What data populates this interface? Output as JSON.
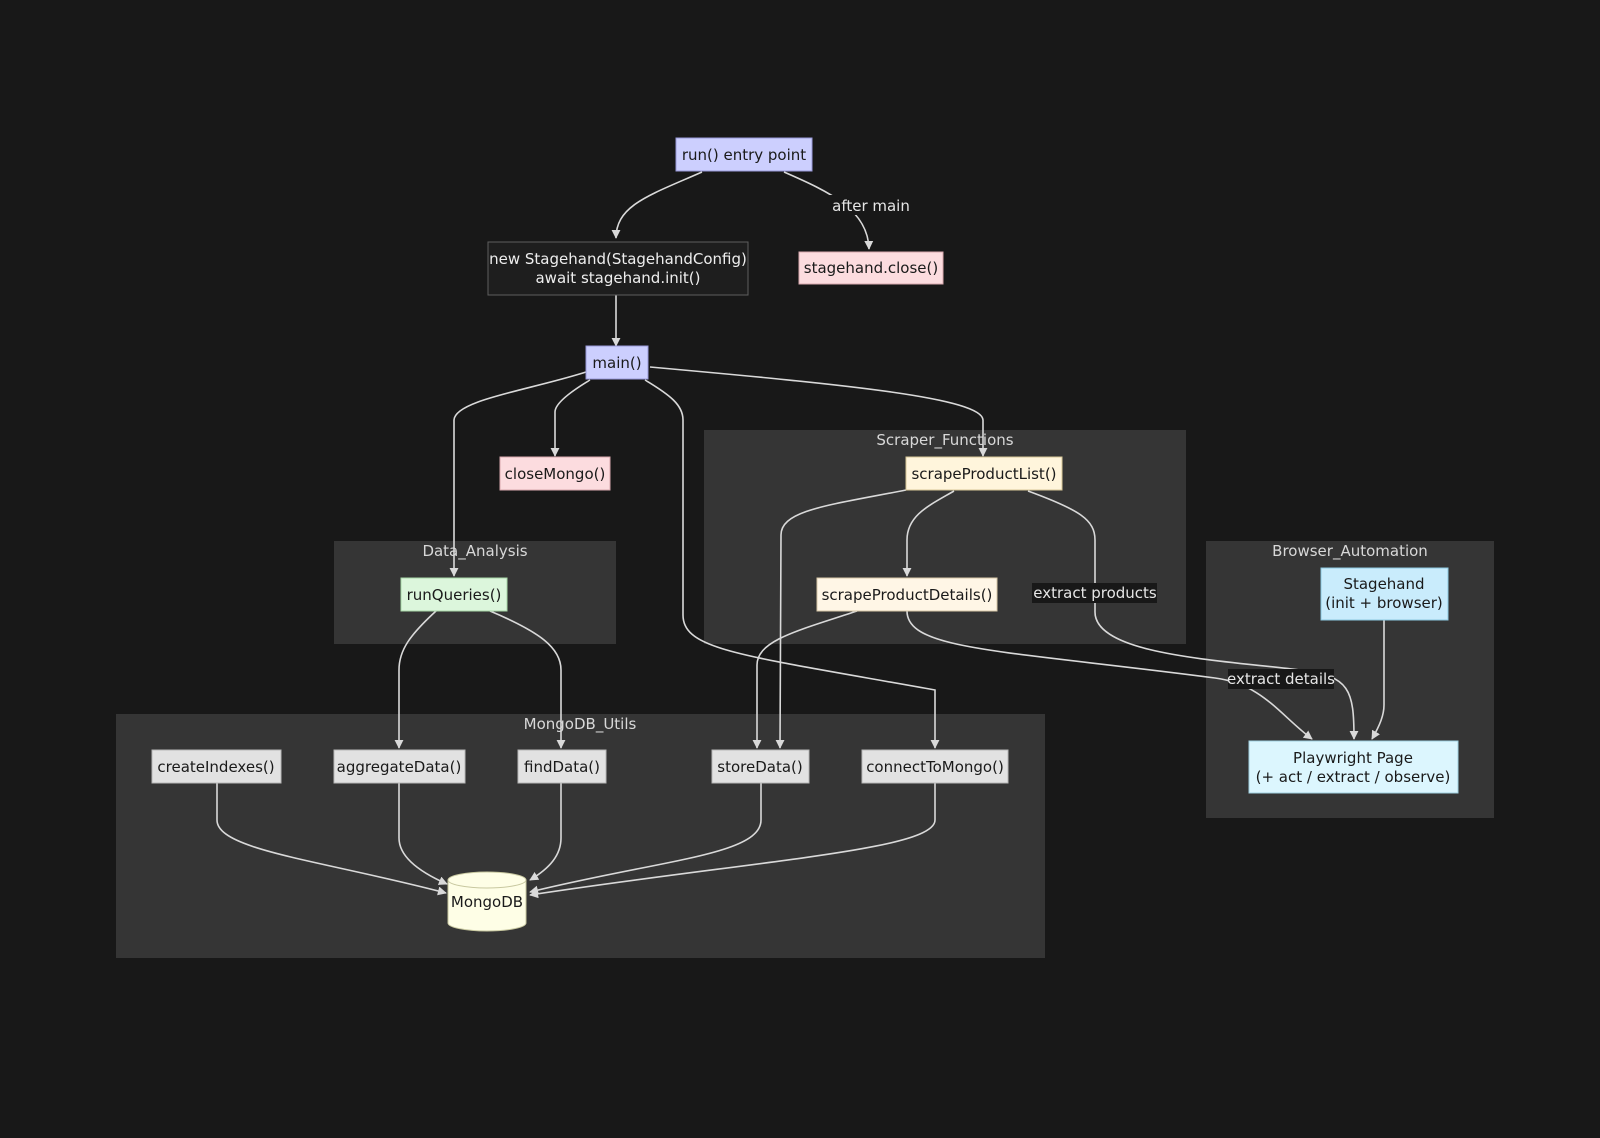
{
  "colors": {
    "background": "#181818",
    "cluster_fill": "#353535",
    "edge": "#d9d9d9",
    "lavender": "#cccffe",
    "pink": "#fcdcdf",
    "cream": "#fff5dc",
    "light_cream": "#fff6e6",
    "mint": "#dcf6dc",
    "light_blue": "#c9ecfc",
    "pale_blue": "#dcf6fe",
    "gray": "#e2e2e2",
    "db_fill": "#fefee6"
  },
  "clusters": {
    "scraper": "Scraper_Functions",
    "analysis": "Data_Analysis",
    "mongo": "MongoDB_Utils",
    "browser": "Browser_Automation"
  },
  "nodes": {
    "run": "run() entry point",
    "new_stagehand_1": "new Stagehand(StagehandConfig)",
    "new_stagehand_2": "await stagehand.init()",
    "stagehand_close": "stagehand.close()",
    "main": "main()",
    "close_mongo": "closeMongo()",
    "scrape_list": "scrapeProductList()",
    "scrape_details": "scrapeProductDetails()",
    "run_queries": "runQueries()",
    "create_indexes": "createIndexes()",
    "aggregate_data": "aggregateData()",
    "find_data": "findData()",
    "store_data": "storeData()",
    "connect_mongo": "connectToMongo()",
    "mongodb": "MongoDB",
    "stagehand_1": "Stagehand",
    "stagehand_2": "(init + browser)",
    "playwright_1": "Playwright Page",
    "playwright_2": "(+ act / extract / observe)"
  },
  "edge_labels": {
    "after_main": "after main",
    "extract_products": "extract products",
    "extract_details": "extract details"
  }
}
